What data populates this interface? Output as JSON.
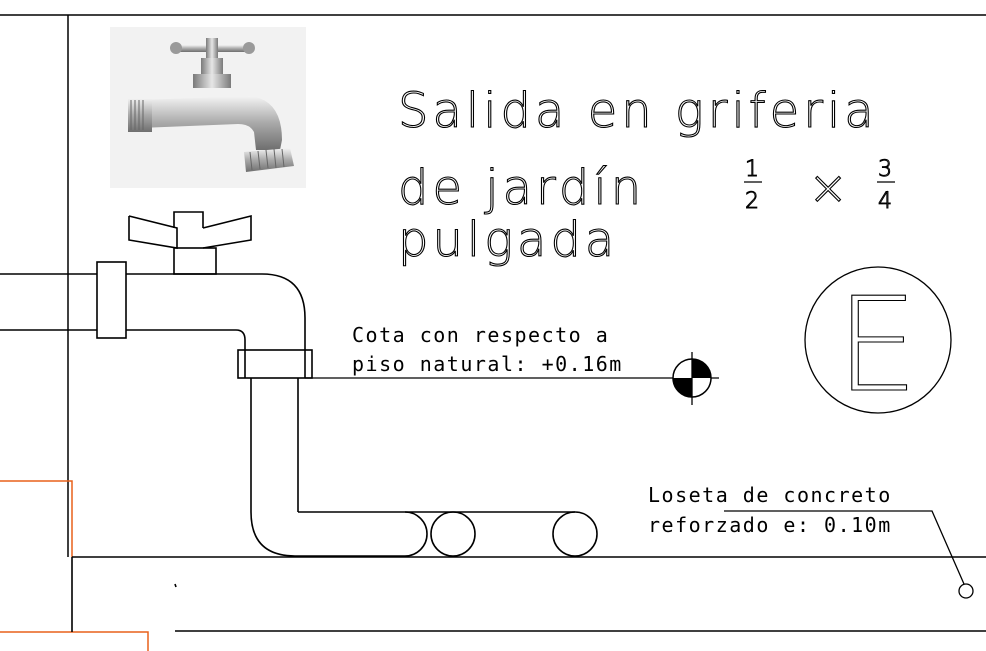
{
  "title": {
    "line1": "Salida en griferia",
    "line2_prefix": "de jardín",
    "fraction_a_num": "1",
    "fraction_a_den": "2",
    "times": "×",
    "fraction_b_num": "3",
    "fraction_b_den": "4",
    "line3": "pulgada"
  },
  "elevation_note": {
    "line1": "Cota con respecto a",
    "line2": "piso natural: +0.16m"
  },
  "slab_note": {
    "line1": "Loseta de concreto",
    "line2": "reforzado e: 0.10m"
  },
  "section_marker": {
    "letter": "E"
  },
  "colors": {
    "line": "#000000",
    "accent_orange": "#e8611a",
    "background": "#ffffff"
  },
  "icons": {
    "faucet_photo": "garden-faucet-photo",
    "elevation_symbol": "benchmark-elevation-icon"
  }
}
